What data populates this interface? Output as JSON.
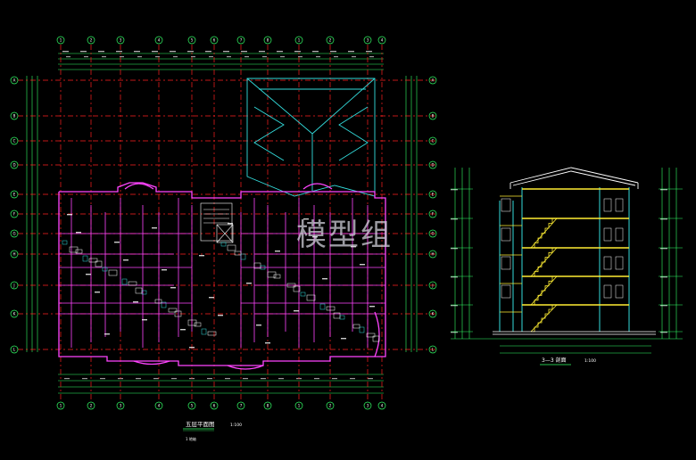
{
  "watermark": "模型组",
  "plan": {
    "title": "五层平面图",
    "scale": "1:100",
    "note": "1 地轴"
  },
  "section": {
    "title": "3—3 剖面",
    "scale": "1:100"
  },
  "axis_labels": {
    "top": [
      "1",
      "2",
      "3",
      "4",
      "5",
      "6",
      "7",
      "8"
    ],
    "left": [
      "A",
      "B",
      "C",
      "D",
      "E",
      "F",
      "G",
      "H",
      "J",
      "K",
      "L"
    ]
  },
  "colors": {
    "background": "#000000",
    "axis_grid": "#ff2020",
    "walls": "#ff44ff",
    "dimensions": "#33ff66",
    "roof": "#33dddd",
    "floor_slabs": "#ffee33",
    "text": "#ffffff"
  }
}
